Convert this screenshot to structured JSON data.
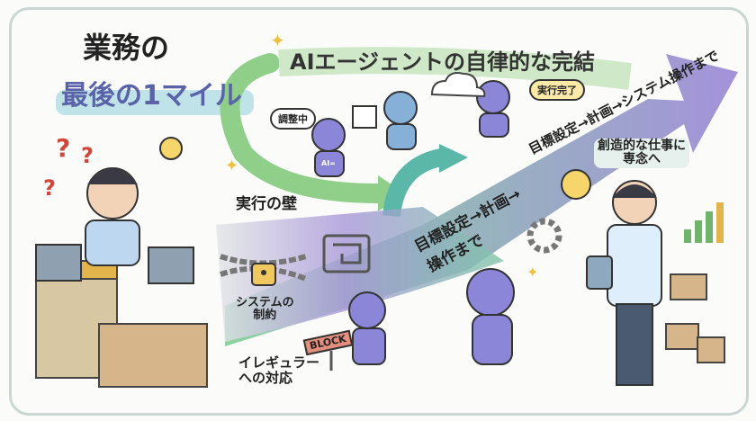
{
  "title": {
    "line1": "業務の",
    "line2": "最後の1マイル"
  },
  "headline": "AIエージェントの自律的な完結",
  "bubbles": {
    "coordinating": "調整中",
    "done": "実行完了"
  },
  "robot_badge": "AI=",
  "top_arrow_text": "目標設定→計画→システム操作まで",
  "band_text": {
    "line1": "目標設定→計画→",
    "line2": "操作まで"
  },
  "wall": {
    "label": "実行の壁",
    "constraint": {
      "line1": "システムの",
      "line2": "制約"
    },
    "irregular": {
      "line1": "イレギュラー",
      "line2": "への対応"
    },
    "sign": "BLOCK"
  },
  "result": {
    "line1": "創造的な仕事に",
    "line2": "専念へ"
  },
  "question_mark": "?",
  "colors": {
    "green_arrow": "#8fcf8a",
    "teal_arrow": "#5bb8a8",
    "purple_arrow": "#9a86d6",
    "robot": "#8b86d8",
    "frame": "#c9d6d4",
    "highlight": "#bfe3e8"
  }
}
